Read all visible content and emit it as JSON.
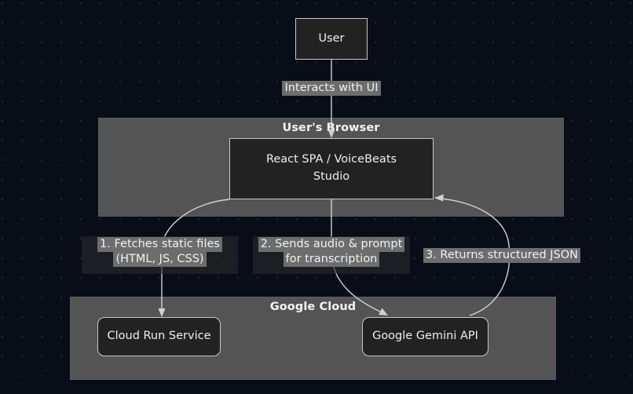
{
  "diagram": {
    "type": "flowchart",
    "theme": {
      "background": "#080d18",
      "dot_grid": "#222b3d",
      "node_fill": "#222222",
      "node_border": "#c8c8c8",
      "node_text": "#eceff4",
      "subgraph_fill": "#545454",
      "edge_stroke": "#cfd2d6",
      "edge_label_fill": "#6d6d6d",
      "edge_label_text": "#f0f2f5"
    },
    "nodes": [
      {
        "id": "user",
        "label": "User"
      },
      {
        "id": "spa",
        "label_line1": "React SPA / VoiceBeats",
        "label_line2": "Studio"
      },
      {
        "id": "cloudrun",
        "label": "Cloud Run Service"
      },
      {
        "id": "gemini",
        "label": "Google Gemini API"
      }
    ],
    "subgraphs": [
      {
        "id": "browser",
        "title": "User's Browser"
      },
      {
        "id": "gcloud",
        "title": "Google Cloud"
      }
    ],
    "edges": [
      {
        "id": "e0",
        "from": "user",
        "to": "spa",
        "label": "Interacts with UI"
      },
      {
        "id": "e1",
        "from": "spa",
        "to": "cloudrun",
        "label_line1": "1. Fetches static files",
        "label_line2": "(HTML, JS, CSS)"
      },
      {
        "id": "e2",
        "from": "spa",
        "to": "gemini",
        "label_line1": "2. Sends audio & prompt",
        "label_line2": "for transcription"
      },
      {
        "id": "e3",
        "from": "gemini",
        "to": "spa",
        "label": "3. Returns structured JSON"
      }
    ]
  }
}
